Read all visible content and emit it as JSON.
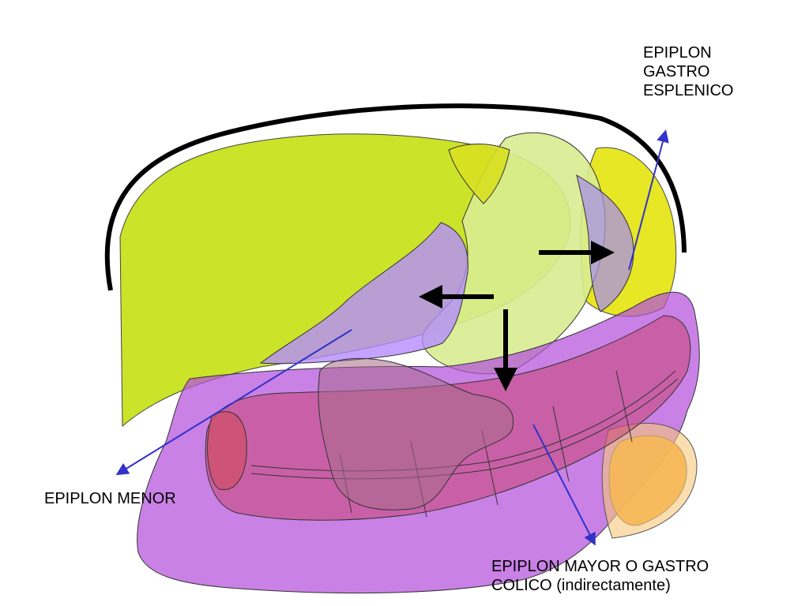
{
  "labels": {
    "gastroesplenico": [
      "EPIPLON",
      "GASTRO",
      "ESPLENICO"
    ],
    "menor": "EPIPLON MENOR",
    "mayor": [
      "EPIPLON MAYOR O GASTRO",
      "COLICO (indirectamente)"
    ]
  },
  "colors": {
    "liver": "#c8e11e",
    "stomach": "#d8ec90",
    "spleen": "#e6e619",
    "lesser_sac": "#b48cff",
    "greater_omentum": "#b450dc",
    "colon": "#c84673",
    "kidney": "#f5a01e",
    "pointer": "#3232c8",
    "arrow": "#000000"
  }
}
